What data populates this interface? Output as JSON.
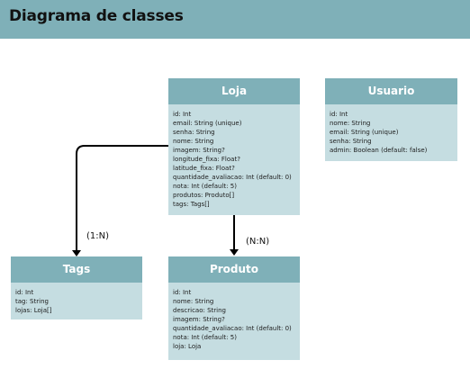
{
  "title": "Diagrama de classes",
  "colors": {
    "header": "#7fb0b8",
    "class_header": "#7fb0b8",
    "class_body": "#c5dde1",
    "line": "#000000"
  },
  "classes": {
    "loja": {
      "name": "Loja",
      "attributes": [
        "id: Int",
        "email: String (unique)",
        "senha: String",
        "nome: String",
        "imagem: String?",
        "longitude_fixa: Float?",
        "latitude_fixa: Float?",
        "quantidade_avaliacao: Int (default: 0)",
        "nota: Int (default: 5)",
        "produtos: Produto[]",
        "tags: Tags[]"
      ]
    },
    "usuario": {
      "name": "Usuario",
      "attributes": [
        "id: Int",
        "nome: String",
        "email: String (unique)",
        "senha: String",
        "admin: Boolean (default: false)"
      ]
    },
    "tags": {
      "name": "Tags",
      "attributes": [
        "id: Int",
        "tag: String",
        "lojas: Loja[]"
      ]
    },
    "produto": {
      "name": "Produto",
      "attributes": [
        "id: Int",
        "nome: String",
        "descricao: String",
        "imagem: String?",
        "quantidade_avaliacao: Int (default: 0)",
        "nota: Int (default: 5)",
        "loja: Loja"
      ]
    }
  },
  "relations": {
    "loja_tags": "(1:N)",
    "loja_produto": "(N:N)"
  }
}
